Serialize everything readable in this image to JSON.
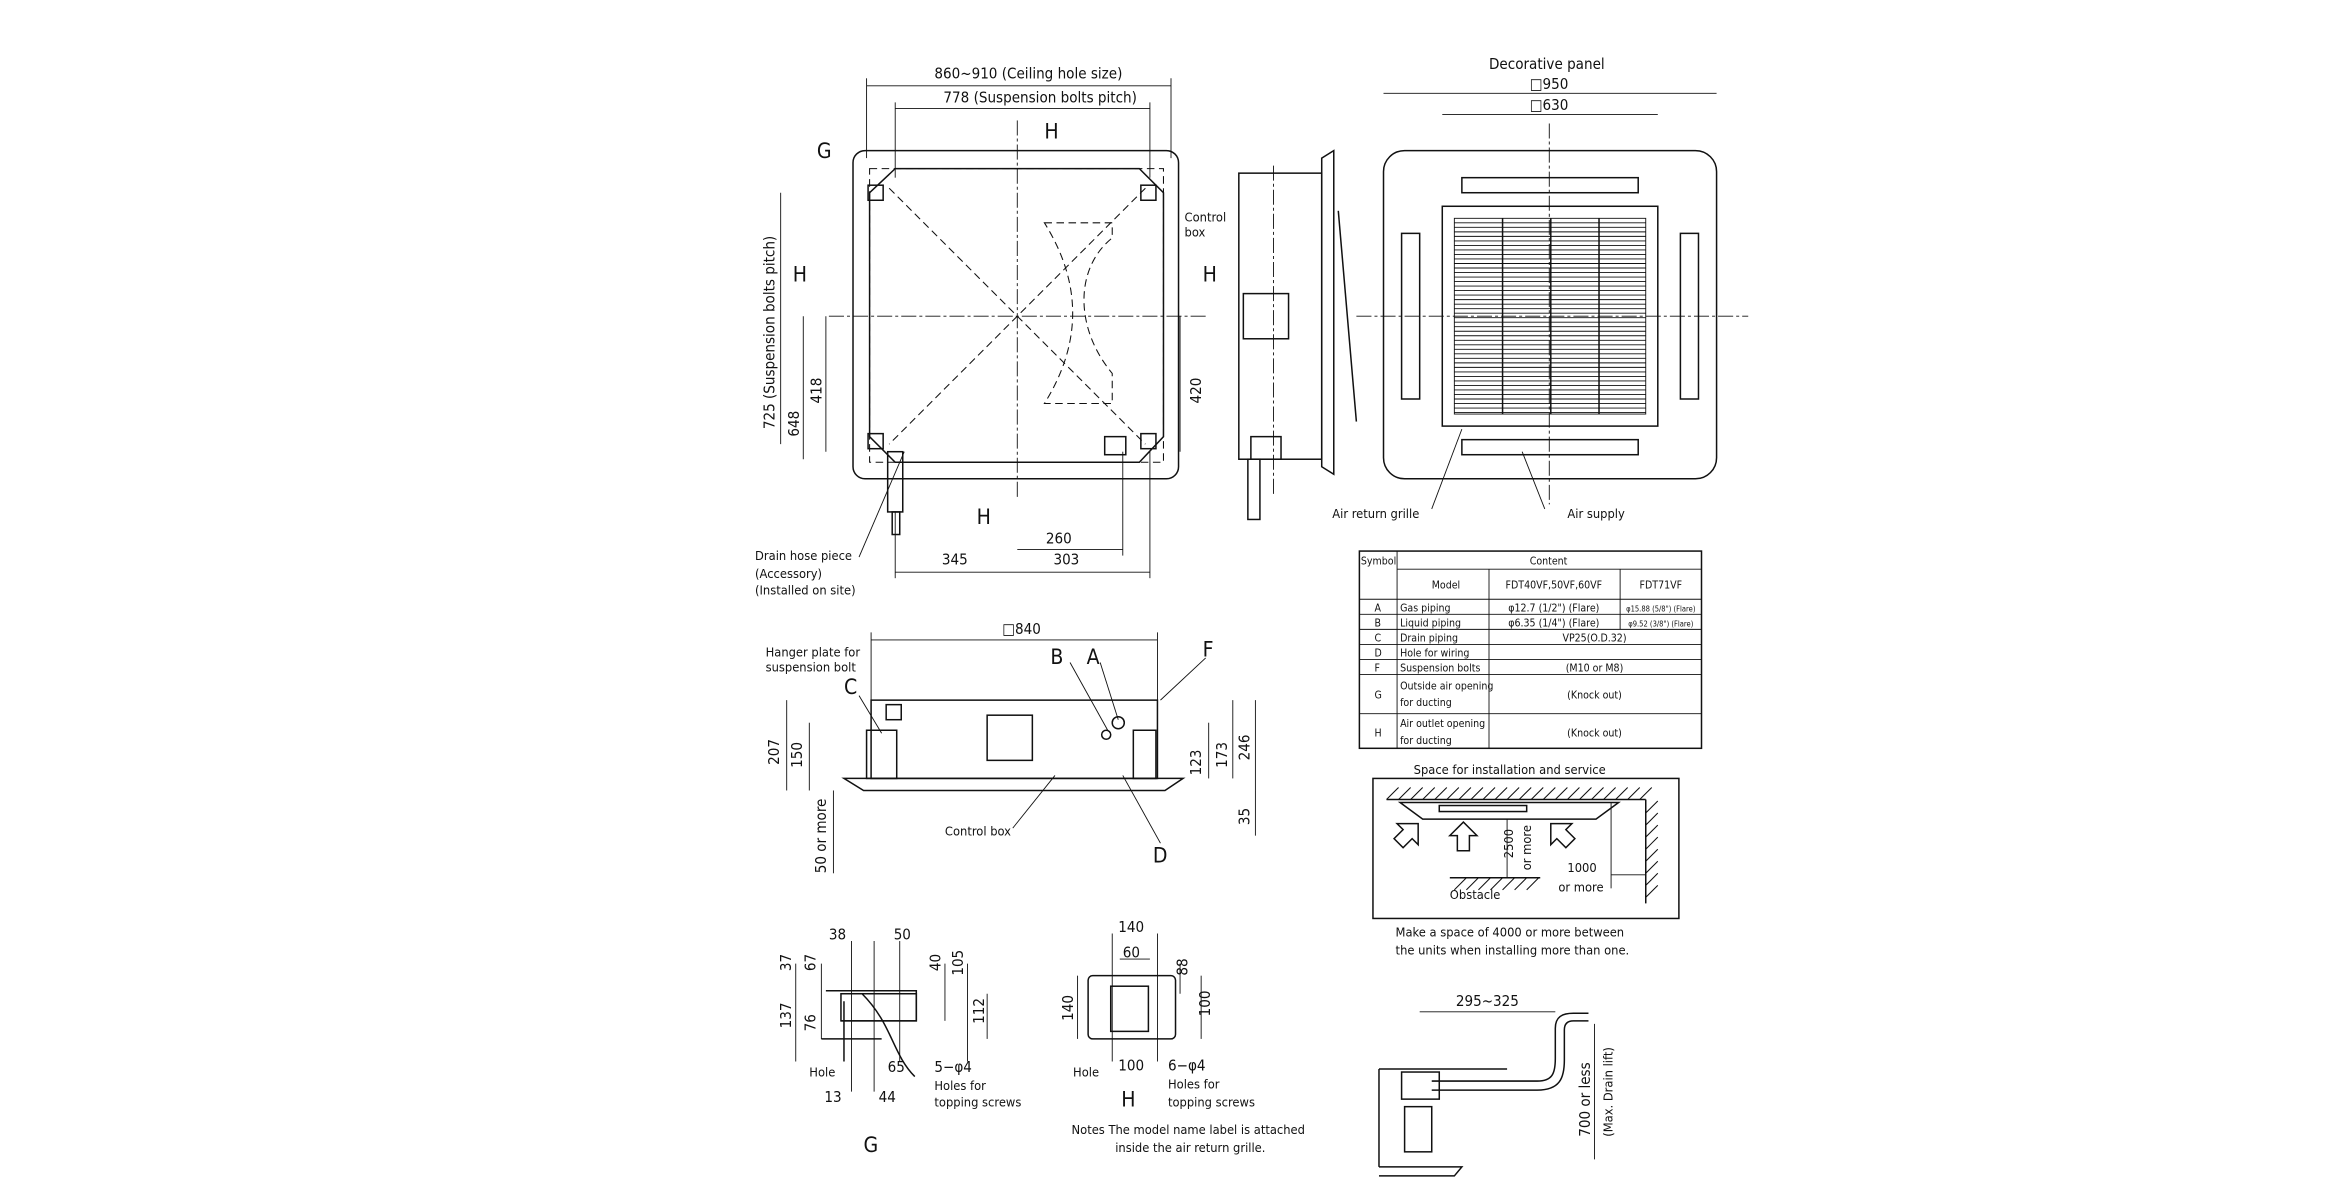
{
  "plan_view": {
    "ceiling_hole": "860~910 (Ceiling hole size)",
    "bolt_pitch_h": "778 (Suspension bolts pitch)",
    "bolt_pitch_v": "725 (Suspension bolts pitch)",
    "dim_648": "648",
    "dim_418": "418",
    "dim_420": "420",
    "dim_260": "260",
    "dim_345": "345",
    "dim_303": "303",
    "label_g": "G",
    "label_h": "H",
    "control_box_1": "Control",
    "control_box_2": "box",
    "drain_hose_1": "Drain hose piece",
    "drain_hose_2": "(Accessory)",
    "drain_hose_3": "(Installed on site)"
  },
  "panel_view": {
    "title": "Decorative panel",
    "dim_950": "□950",
    "dim_630": "□630",
    "air_return": "Air return grille",
    "air_supply": "Air supply"
  },
  "front_view": {
    "dim_840": "□840",
    "label_c": "C",
    "label_b": "B",
    "label_a": "A",
    "label_f": "F",
    "label_d": "D",
    "hanger_1": "Hanger plate for",
    "hanger_2": "suspension bolt",
    "dim_207": "207",
    "dim_150": "150",
    "dim_50": "50 or more",
    "control_box": "Control box",
    "dim_123": "123",
    "dim_173": "173",
    "dim_246": "246",
    "dim_35": "35"
  },
  "table": {
    "header_symbol": "Symbol",
    "header_content": "Content",
    "model_label": "Model",
    "model_1": "FDT40VF,50VF,60VF",
    "model_2": "FDT71VF",
    "rows": [
      {
        "symbol": "A",
        "item": "Gas piping",
        "value_1": "φ12.7 (1/2\") (Flare)",
        "value_2": "φ15.88 (5/8\") (Flare)"
      },
      {
        "symbol": "B",
        "item": "Liquid piping",
        "value_1": "φ6.35 (1/4\") (Flare)",
        "value_2": "φ9.52 (3/8\") (Flare)"
      },
      {
        "symbol": "C",
        "item": "Drain piping",
        "value": "VP25(O.D.32)"
      },
      {
        "symbol": "D",
        "item": "Hole for wiring",
        "value": ""
      },
      {
        "symbol": "F",
        "item": "Suspension bolts",
        "value": "(M10 or M8)"
      },
      {
        "symbol": "G",
        "item_1": "Outside air opening",
        "item_2": "for ducting",
        "value": "(Knock out)"
      },
      {
        "symbol": "H",
        "item_1": "Air outlet opening",
        "item_2": "for ducting",
        "value": "(Knock out)"
      }
    ]
  },
  "space_diagram": {
    "title": "Space for installation and service",
    "dim_2500": "2500",
    "or_more_v": "or more",
    "dim_1000": "1000",
    "or_more_h": "or more",
    "obstacle": "Obstacle",
    "note_1": "Make a space of 4000 or more between",
    "note_2": "the units when installing more than one."
  },
  "detail_g": {
    "d38": "38",
    "d50": "50",
    "d37": "37",
    "d67": "67",
    "d40": "40",
    "d105": "105",
    "d137": "137",
    "d76": "76",
    "d112": "112",
    "holes": "5−φ4",
    "holes_for": "Holes for",
    "topping": "topping screws",
    "hole": "Hole",
    "d65": "65",
    "d13": "13",
    "d44": "44",
    "label": "G"
  },
  "detail_h": {
    "d140": "140",
    "d60": "60",
    "d88": "88",
    "d140v": "140",
    "d100v": "100",
    "hole": "Hole",
    "d100": "100",
    "holes": "6−φ4",
    "holes_for": "Holes for",
    "topping": "topping screws",
    "label": "H"
  },
  "notes": {
    "line_1": "Notes  The model name label is attached",
    "line_2": "inside the air return grille."
  },
  "drain_lift": {
    "dim": "295~325",
    "max_1": "700 or less",
    "max_2": "(Max. Drain lift)"
  }
}
